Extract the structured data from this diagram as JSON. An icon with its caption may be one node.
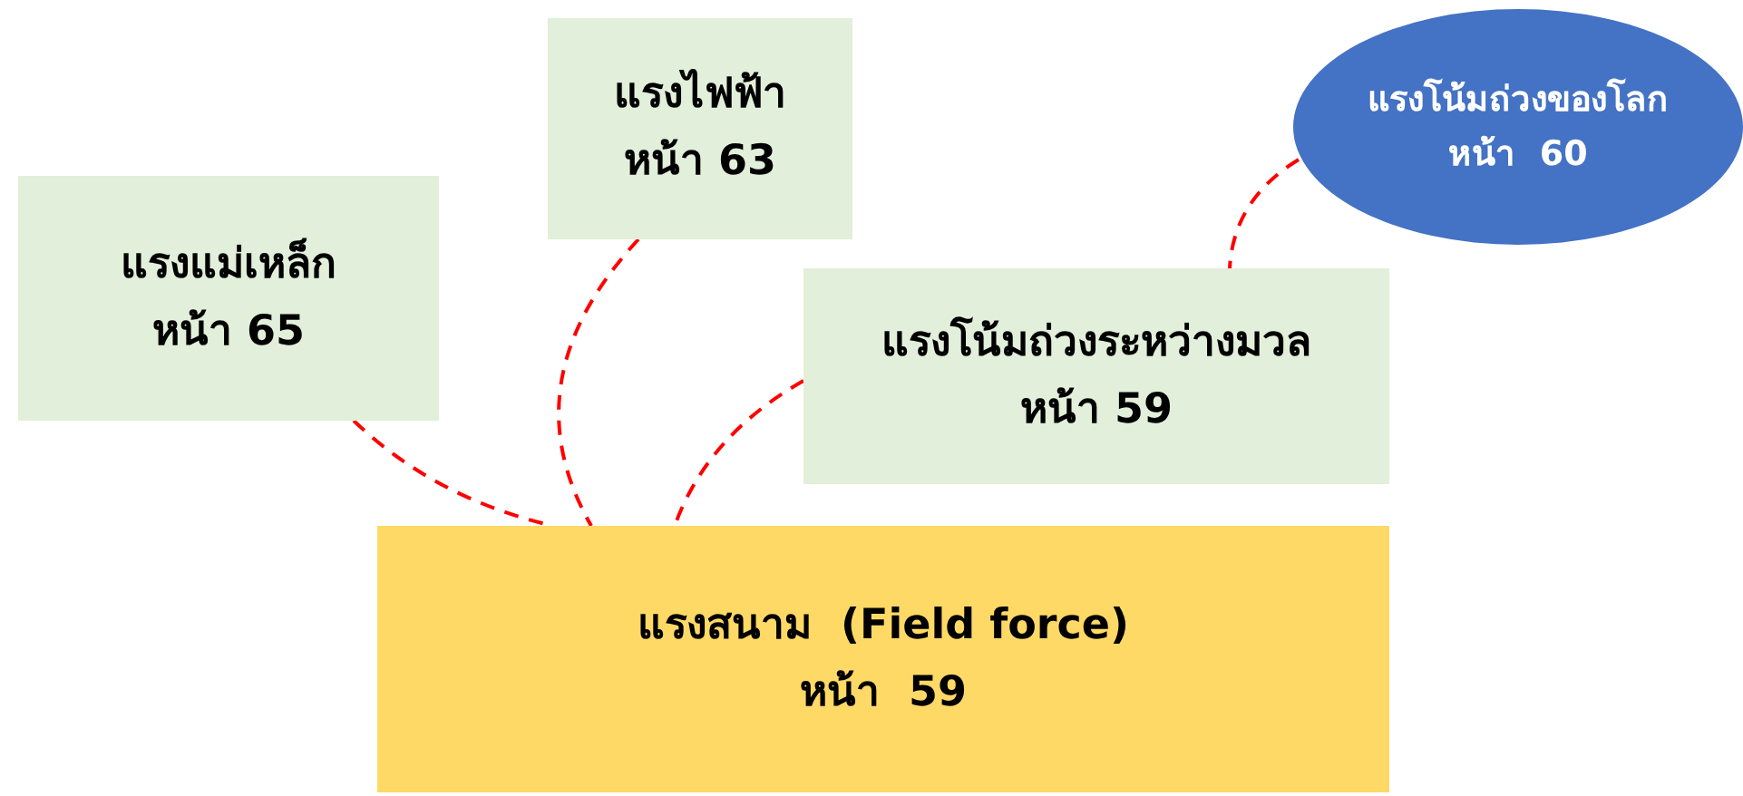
{
  "diagram": {
    "nodes": [
      {
        "text": [
          "แรงแม่เหล็ก",
          "หน้า 65"
        ]
      },
      {
        "text": [
          "แรงไฟฟ้า",
          "หน้า 63"
        ]
      },
      {
        "text": [
          "แรงโน้มถ่วงของโลก",
          "หน้า  60"
        ]
      },
      {
        "text": [
          "แรงโน้มถ่วงระหว่างมวล",
          "หน้า 59"
        ]
      },
      {
        "text": [
          "แรงสนาม  (Field force)",
          "หน้า  59"
        ]
      }
    ],
    "edges": [
      {
        "from": 0,
        "to": 4,
        "arrow": "none",
        "style": "dashed"
      },
      {
        "from": 1,
        "to": 4,
        "arrow": "none",
        "style": "dashed"
      },
      {
        "from": 3,
        "to": 4,
        "arrow": "none",
        "style": "dashed"
      },
      {
        "from": 2,
        "to": 3,
        "arrow": "none",
        "style": "dashed"
      }
    ]
  }
}
